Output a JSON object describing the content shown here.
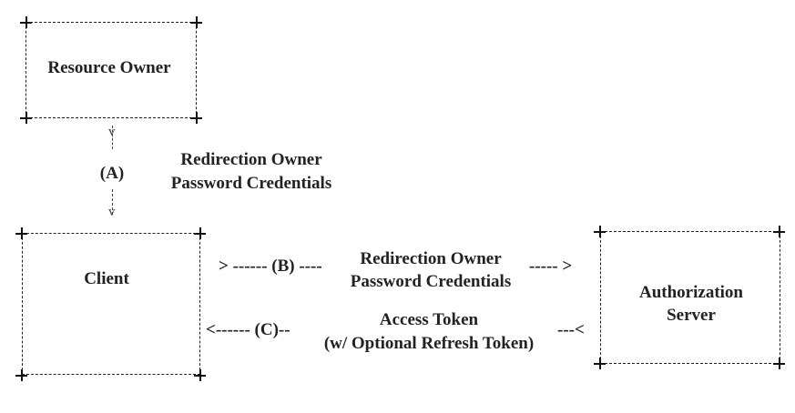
{
  "diagram": {
    "nodes": {
      "resource_owner": "Resource Owner",
      "client": "Client",
      "authorization_server_line1": "Authorization",
      "authorization_server_line2": "Server"
    },
    "flows": {
      "a": {
        "arrow_top": "v",
        "label": "(A)",
        "arrow_bottom": "v",
        "text_line1": "Redirection Owner",
        "text_line2": "Password Credentials"
      },
      "b": {
        "left_part": "> ------ (B) ----",
        "text_line1": "Redirection Owner",
        "text_line2": "Password Credentials",
        "right_part": "-----  >"
      },
      "c": {
        "left_part": "<------ (C)--",
        "text_line1": "Access Token",
        "text_line2": "(w/ Optional Refresh Token)",
        "right_part": "---<"
      }
    }
  }
}
